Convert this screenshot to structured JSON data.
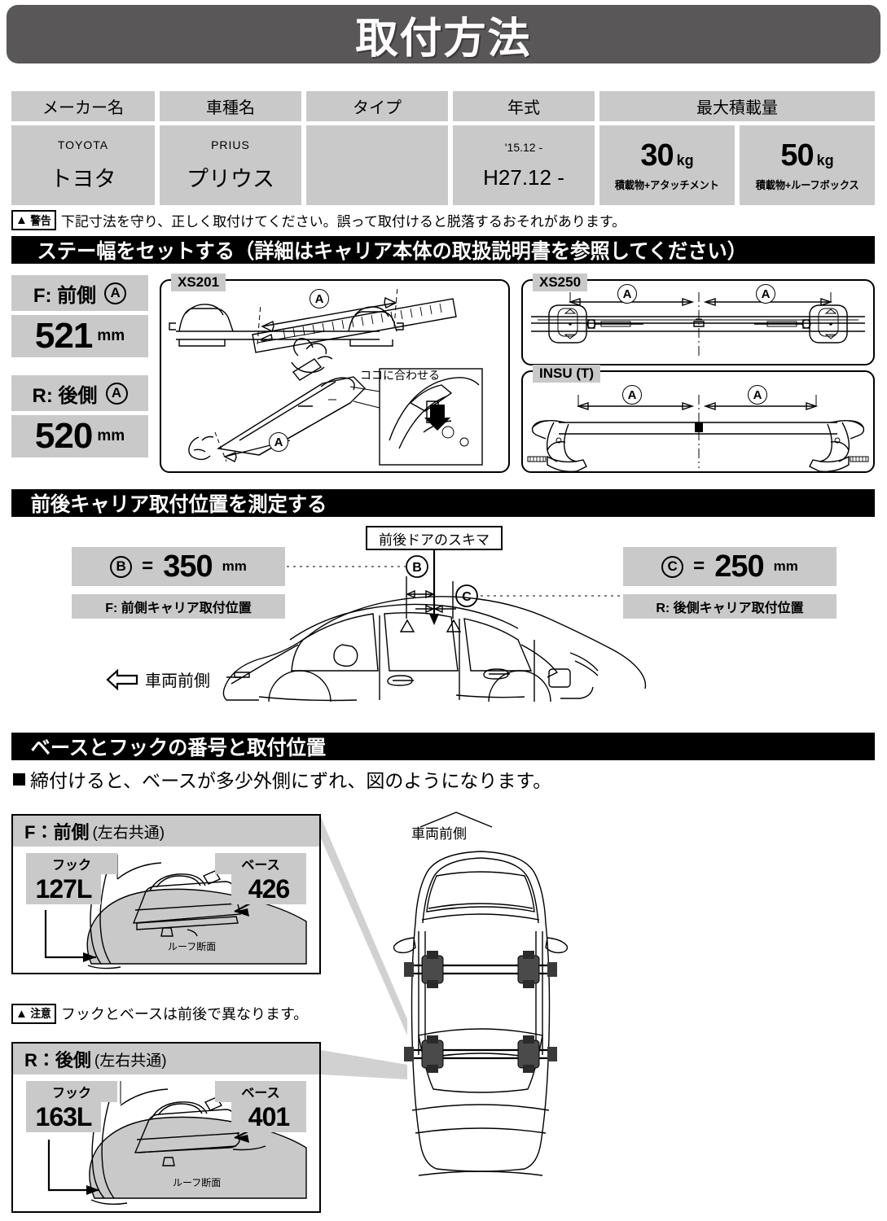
{
  "title": "取付方法",
  "spec_table": {
    "headers": {
      "maker": "メーカー名",
      "model": "車種名",
      "type": "タイプ",
      "year": "年式",
      "max_load": "最大積載量"
    },
    "values": {
      "maker_latin": "TOYOTA",
      "maker_jp": "トヨタ",
      "model_latin": "PRIUS",
      "model_jp": "プリウス",
      "type": "",
      "year_western": "'15.12 -",
      "year_japanese": "H27.12 -"
    },
    "loads": [
      {
        "value": "30",
        "unit": "kg",
        "desc": "積載物+アタッチメント"
      },
      {
        "value": "50",
        "unit": "kg",
        "desc": "積載物+ルーフボックス"
      }
    ]
  },
  "warning": {
    "badge_label": "警告",
    "badge_icon": "warning-triangle-icon",
    "text": "下記寸法を守り、正しく取付けてください。誤って取付けると脱落するおそれがあります。"
  },
  "section1": {
    "bar_title": "ステー幅をセットする（詳細はキャリア本体の取扱説明書を参照してください）",
    "front": {
      "label": "F: 前側",
      "marker": "A",
      "value": "521",
      "unit": "mm"
    },
    "rear": {
      "label": "R: 後側",
      "marker": "A",
      "value": "520",
      "unit": "mm"
    },
    "panels": [
      {
        "tag": "XS201",
        "marker": "A",
        "callout": "ココに合わせる"
      },
      {
        "tag": "XS250",
        "marker": "A"
      },
      {
        "tag": "INSU (T)",
        "marker": "A"
      }
    ]
  },
  "section2": {
    "bar_title": "前後キャリア取付位置を測定する",
    "door_gap_label": "前後ドアのスキマ",
    "front": {
      "marker": "B",
      "eq": "=",
      "value": "350",
      "unit": "mm",
      "label": "F: 前側キャリア取付位置"
    },
    "rear": {
      "marker": "C",
      "eq": "=",
      "value": "250",
      "unit": "mm",
      "label": "R: 後側キャリア取付位置"
    },
    "vehicle_front_label": "車両前側"
  },
  "section3": {
    "bar_title": "ベースとフックの番号と取付位置",
    "note": "締付けると、ベースが多少外側にずれ、図のようになります。",
    "front_panel": {
      "title": "F：前側",
      "subtitle": "(左右共通)",
      "hook_label": "フック",
      "hook_value": "127L",
      "base_label": "ベース",
      "base_value": "426",
      "roof_label": "ルーフ断面"
    },
    "rear_panel": {
      "title": "R：後側",
      "subtitle": "(左右共通)",
      "hook_label": "フック",
      "hook_value": "163L",
      "base_label": "ベース",
      "base_value": "401",
      "roof_label": "ルーフ断面"
    },
    "caution": {
      "badge_label": "注意",
      "badge_icon": "warning-triangle-icon",
      "text": "フックとベースは前後で異なります。"
    },
    "topview_label": "車両前側"
  },
  "colors": {
    "banner": "#595757",
    "cell_gray": "#c9c9c9",
    "bar_black": "#000000",
    "paper": "#ffffff"
  }
}
